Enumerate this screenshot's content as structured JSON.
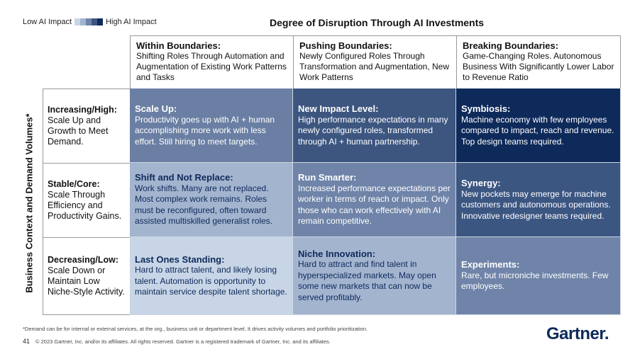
{
  "legend": {
    "low": "Low AI Impact",
    "high": "High AI Impact",
    "colors": [
      "#c8d5e6",
      "#a3b4cf",
      "#6f84a8",
      "#3c5682",
      "#0e2a5a"
    ]
  },
  "title": "Degree of Disruption Through AI Investments",
  "y_axis_label": "Business Context and Demand Volumes*",
  "columns": [
    {
      "title": "Within Boundaries:",
      "desc": "Shifting Roles Through Automation and Augmentation of Existing Work Patterns and Tasks"
    },
    {
      "title": "Pushing Boundaries:",
      "desc": "Newly Configured Roles Through Transformation and Augmentation, New Work Patterns"
    },
    {
      "title": "Breaking Boundaries:",
      "desc": "Game-Changing Roles. Autonomous Business With Significantly Lower Labor to Revenue Ratio"
    }
  ],
  "rows": [
    {
      "title": "Increasing/High:",
      "desc": "Scale Up and Growth to Meet Demand.",
      "cells": [
        {
          "title": "Scale Up:",
          "desc": "Productivity goes up with AI + human accomplishing more work with less effort. Still hiring to meet targets.",
          "color": "#6a7fa3"
        },
        {
          "title": "New Impact Level:",
          "desc": "High performance expectations in many newly configured roles, transformed through AI + human partnership.",
          "color": "#3d5680"
        },
        {
          "title": "Symbiosis:",
          "desc": "Machine economy with few employees compared to impact, reach and revenue. Top design teams required.",
          "color": "#0e2a5a"
        }
      ]
    },
    {
      "title": "Stable/Core:",
      "desc": "Scale Through Efficiency and Productivity Gains.",
      "cells": [
        {
          "title": "Shift and Not Replace:",
          "desc": "Work shifts. Many are not replaced. Most complex work remains. Roles must be reconfigured, often toward assisted multiskilled generalist roles.",
          "color": "#a3b4cf"
        },
        {
          "title": "Run Smarter:",
          "desc": "Increased performance expectations per worker in terms of reach or impact. Only those who can work effectively with AI remain competitive.",
          "color": "#6f84a8"
        },
        {
          "title": "Synergy:",
          "desc": "New pockets may emerge for machine customers and autonomous operations. Innovative redesigner teams required.",
          "color": "#3c5682"
        }
      ]
    },
    {
      "title": "Decreasing/Low:",
      "desc": "Scale Down or Maintain Low Niche-Style Activity.",
      "cells": [
        {
          "title": "Last Ones Standing:",
          "desc": "Hard to attract talent, and likely losing talent. Automation is opportunity to maintain service despite talent shortage.",
          "color": "#c8d5e6"
        },
        {
          "title": "Niche Innovation:",
          "desc": "Hard to attract and find talent in hyperspecialized markets. May open some new markets that can now be served profitably.",
          "color": "#a3b4cf"
        },
        {
          "title": "Experiments:",
          "desc": "Rare, but microniche investments. Few employees.",
          "color": "#6f84a8"
        }
      ]
    }
  ],
  "footnote": "*Demand can be for internal or external services, at the org., business unit or department level. It drives activity volumes and portfolio prioritization.",
  "page_number": "41",
  "copyright": "© 2023 Gartner, Inc. and/or its affiliates. All rights reserved. Gartner is a registered trademark of Gartner, Inc. and its affiliates.",
  "logo": "Gartner."
}
